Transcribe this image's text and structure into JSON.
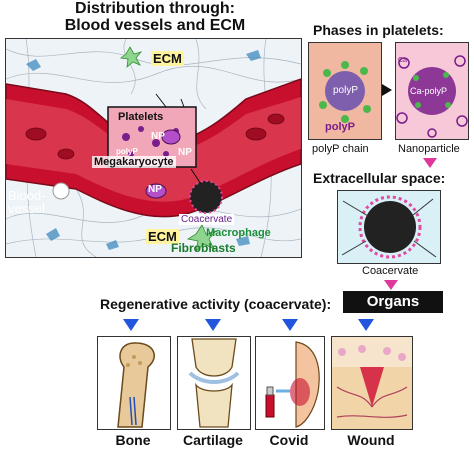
{
  "figure": {
    "title_line1": "Distribution through:",
    "title_line2": "Blood vessels and ECM"
  },
  "main_panel": {
    "ecm_top": "ECM",
    "platelets": "Platelets",
    "np1": "NP",
    "np2": "NP",
    "np3": "NP",
    "polyp_small": "polyP",
    "megakaryocyte": "Megakaryocyte",
    "blood_vessel_line1": "Blood-",
    "blood_vessel_line2": "vessel",
    "coacervate": "Coacervate",
    "macrophage": "Macrophage",
    "ecm_bottom": "ECM",
    "fibroblasts": "Fibroblasts"
  },
  "phases_panel": {
    "heading": "Phases in platelets:",
    "polyp_inner": "polyP",
    "polyp_pink": "polyP",
    "ca_polyp_inner": "Ca-polyP",
    "polyp_chain_label": "polyP chain",
    "nanoparticle_label": "Nanoparticle",
    "ca_ion": "Ca"
  },
  "extracellular_panel": {
    "heading": "Extracellular space:",
    "coacervate_label": "Coacervate"
  },
  "regenerative": {
    "heading": "Regenerative activity (coacervate):",
    "organs": "Organs",
    "bone": "Bone",
    "cartilage": "Cartilage",
    "covid": "Covid",
    "wound": "Wound"
  },
  "colors": {
    "vessel_red": "#c8102e",
    "ecm_green": "#00a651",
    "arrow_blue": "#2255dd",
    "arrow_pink": "#e0389a",
    "polyp_purple": "#7a1e8c"
  }
}
